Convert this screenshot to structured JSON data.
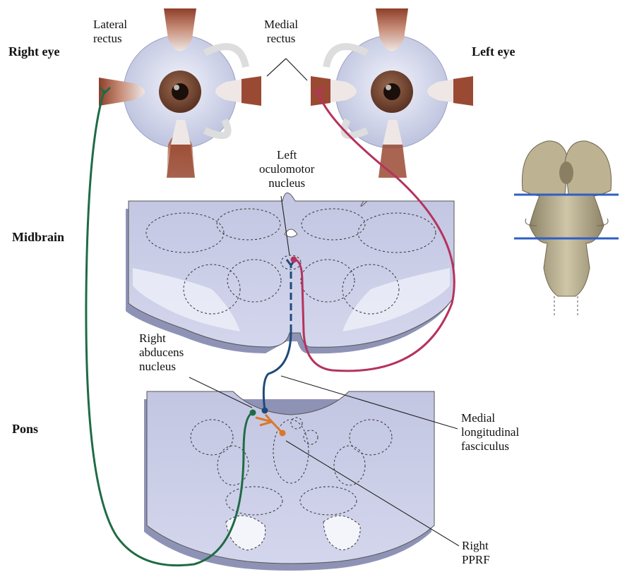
{
  "labels": {
    "right_eye": "Right eye",
    "left_eye": "Left eye",
    "midbrain": "Midbrain",
    "pons": "Pons",
    "lateral_rectus": "Lateral\nrectus",
    "medial_rectus": "Medial\nrectus",
    "left_oculomotor_nucleus": "Left\noculomotor\nnucleus",
    "right_abducens_nucleus": "Right\nabducens\nnucleus",
    "medial_longitudinal_fasciculus": "Medial\nlongitudinal\nfasciculus",
    "right_pprf": "Right\nPPRF"
  },
  "colors": {
    "abducens_pathway": "#1f6b45",
    "oculomotor_pathway": "#b5335e",
    "mlf_pathway": "#1e4a7a",
    "pprf_pathway": "#d9782a",
    "section_fill": "#c8cbe6",
    "section_light": "#e6e8f5",
    "muscle": "#9c4a34",
    "sclera": "#d8dcef",
    "iris": "#7a4a34",
    "brainstem_view": "#b8ad8c",
    "section_plane_line": "#2f5fc4"
  }
}
